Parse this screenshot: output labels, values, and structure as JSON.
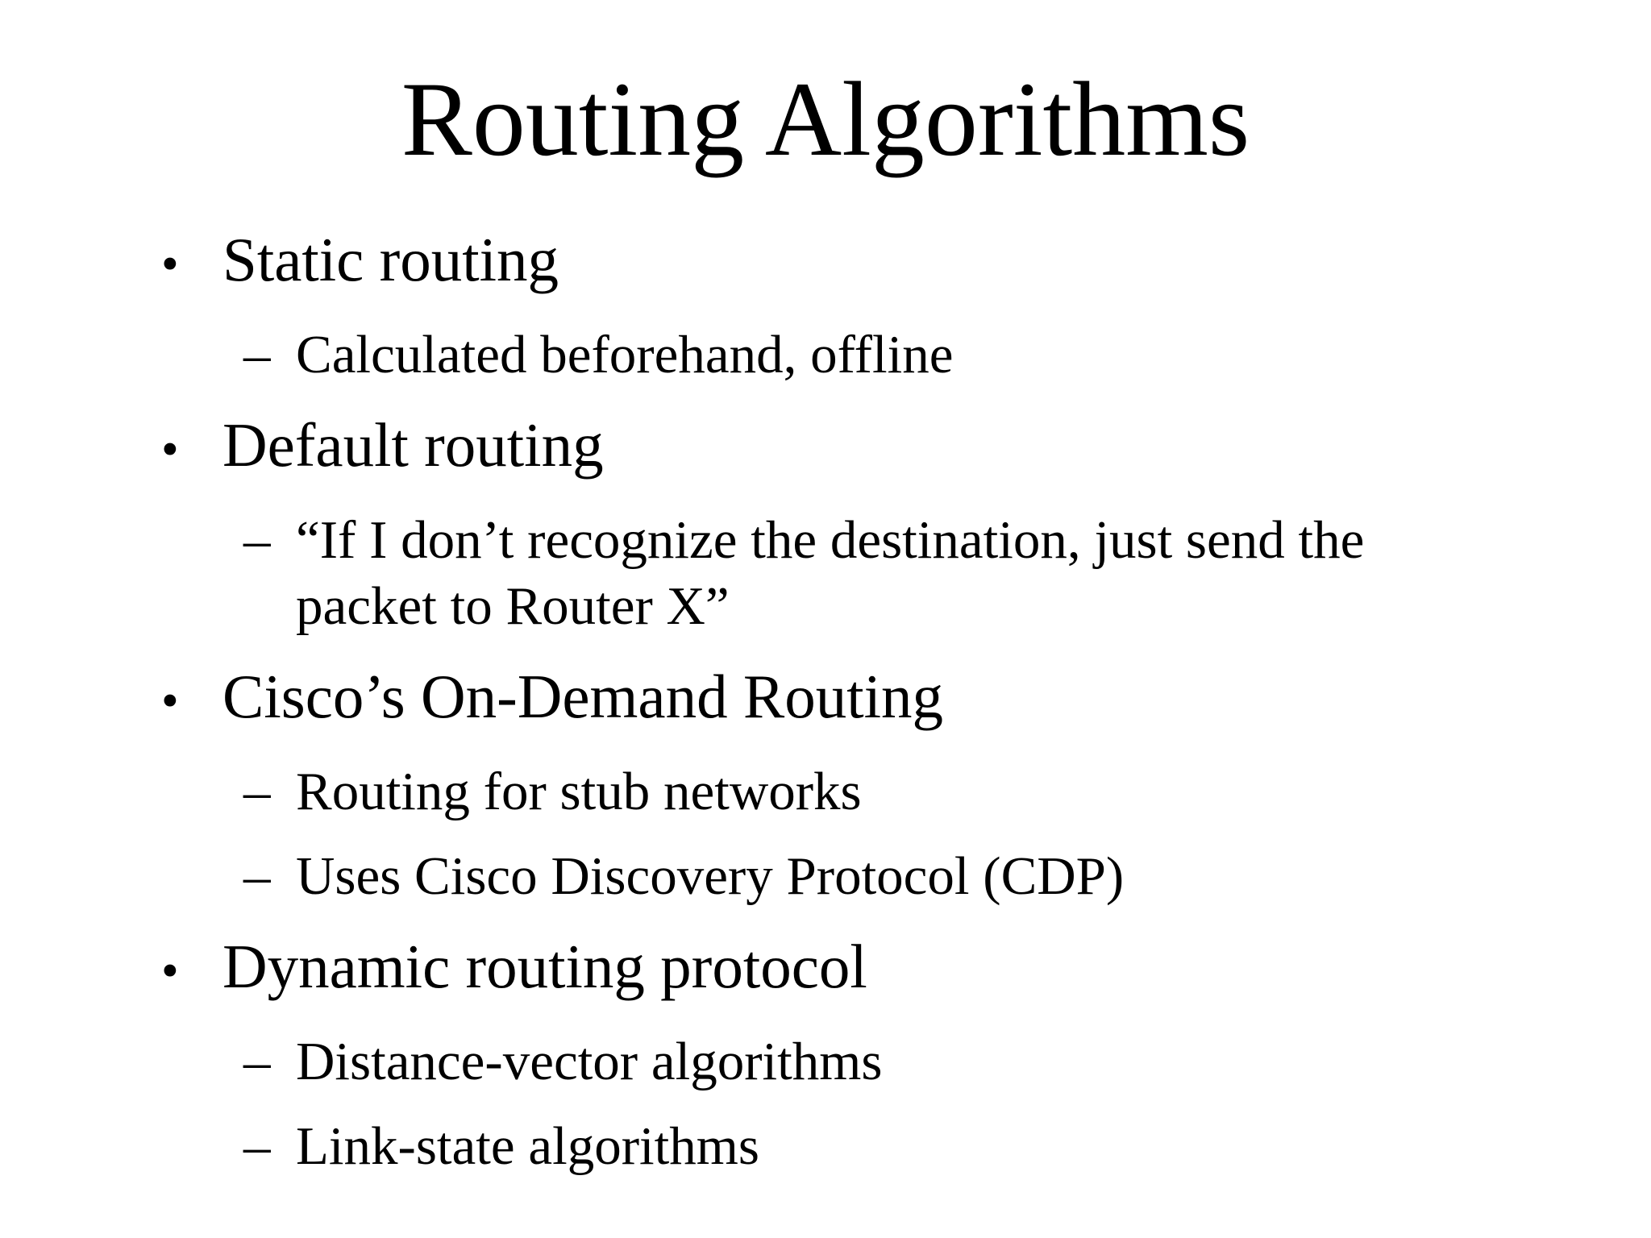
{
  "slide": {
    "title": "Routing Algorithms",
    "bullet_char": "•",
    "sub_bullet_char": "–",
    "text_color": "#000000",
    "background_color": "#ffffff",
    "bullets": [
      {
        "label": "Static routing",
        "subs": [
          "Calculated beforehand, offline"
        ]
      },
      {
        "label": "Default routing",
        "subs": [
          "“If I don’t recognize the destination, just send the\npacket to Router X”"
        ]
      },
      {
        "label": "Cisco’s On-Demand Routing",
        "subs": [
          "Routing for stub networks",
          "Uses Cisco Discovery Protocol (CDP)"
        ]
      },
      {
        "label": "Dynamic routing protocol",
        "subs": [
          "Distance-vector algorithms",
          "Link-state algorithms"
        ]
      }
    ]
  }
}
